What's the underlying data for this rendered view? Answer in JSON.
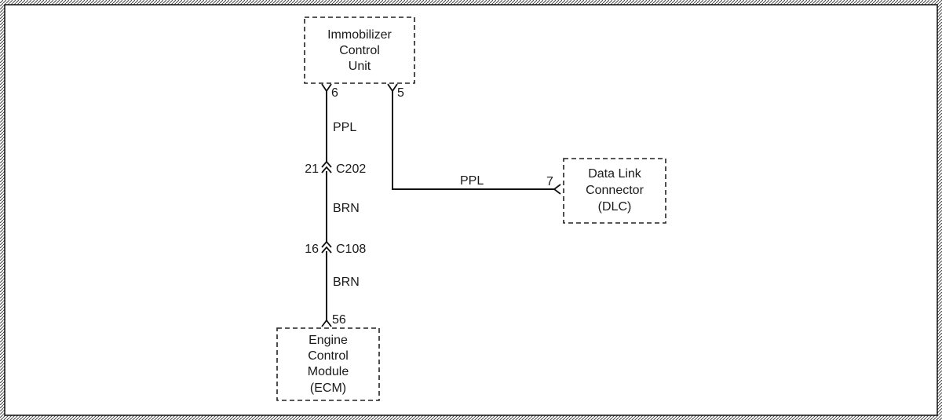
{
  "components": {
    "icu": [
      "Immobilizer",
      "Control",
      "Unit"
    ],
    "dlc": [
      "Data Link",
      "Connector",
      "(DLC)"
    ],
    "ecm": [
      "Engine",
      "Control",
      "Module",
      "(ECM)"
    ]
  },
  "pins": {
    "icu_a": "6",
    "icu_b": "5",
    "dlc": "7",
    "ecm": "56"
  },
  "connectors": [
    {
      "name": "C202",
      "pin": "21"
    },
    {
      "name": "C108",
      "pin": "16"
    }
  ],
  "wires": {
    "icu_to_c202": "PPL",
    "c202_to_c108": "BRN",
    "c108_to_ecm": "BRN",
    "icu_to_dlc": "PPL"
  },
  "colors": {
    "frame": "#ffffff",
    "wire": "#111111",
    "text": "#1a1a1a",
    "background": "#ffffff"
  }
}
